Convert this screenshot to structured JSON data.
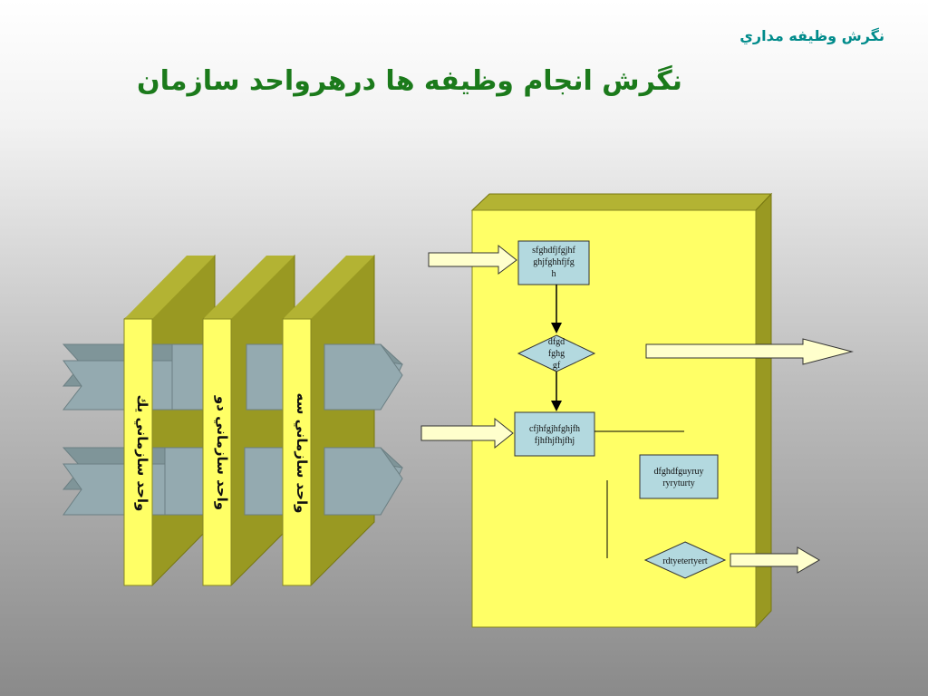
{
  "header": {
    "subtitle": "نگرش وظيفه مداري",
    "title": "نگرش انجام وظيفه ها درهرواحد سازمان"
  },
  "units": [
    {
      "label": "واحد سازماني يك"
    },
    {
      "label": "واحد سازماني دو"
    },
    {
      "label": "واحد سازماني سه"
    }
  ],
  "process": {
    "box1_lines": [
      "sfghdfjfgjhf",
      "ghjfghhfjfg",
      "h"
    ],
    "decision_lines": [
      "dfgd",
      "fghg",
      "gf"
    ],
    "box2_lines": [
      "cfjhfgjhfghjfh",
      "fjhfhjfhjfhj"
    ],
    "box3_lines": [
      "dfghdfguyruy",
      "ryryturty"
    ],
    "decision2_label": "rdtyetertyert"
  },
  "colors": {
    "panel_front": "#ffff66",
    "panel_side": "#999922",
    "arrow_fill": "#ffffcc",
    "box_fill": "#b3d9df",
    "chevron_fill": "#94aab0",
    "title_color": "#1b7a1b",
    "subtitle_color": "#008b8b"
  }
}
